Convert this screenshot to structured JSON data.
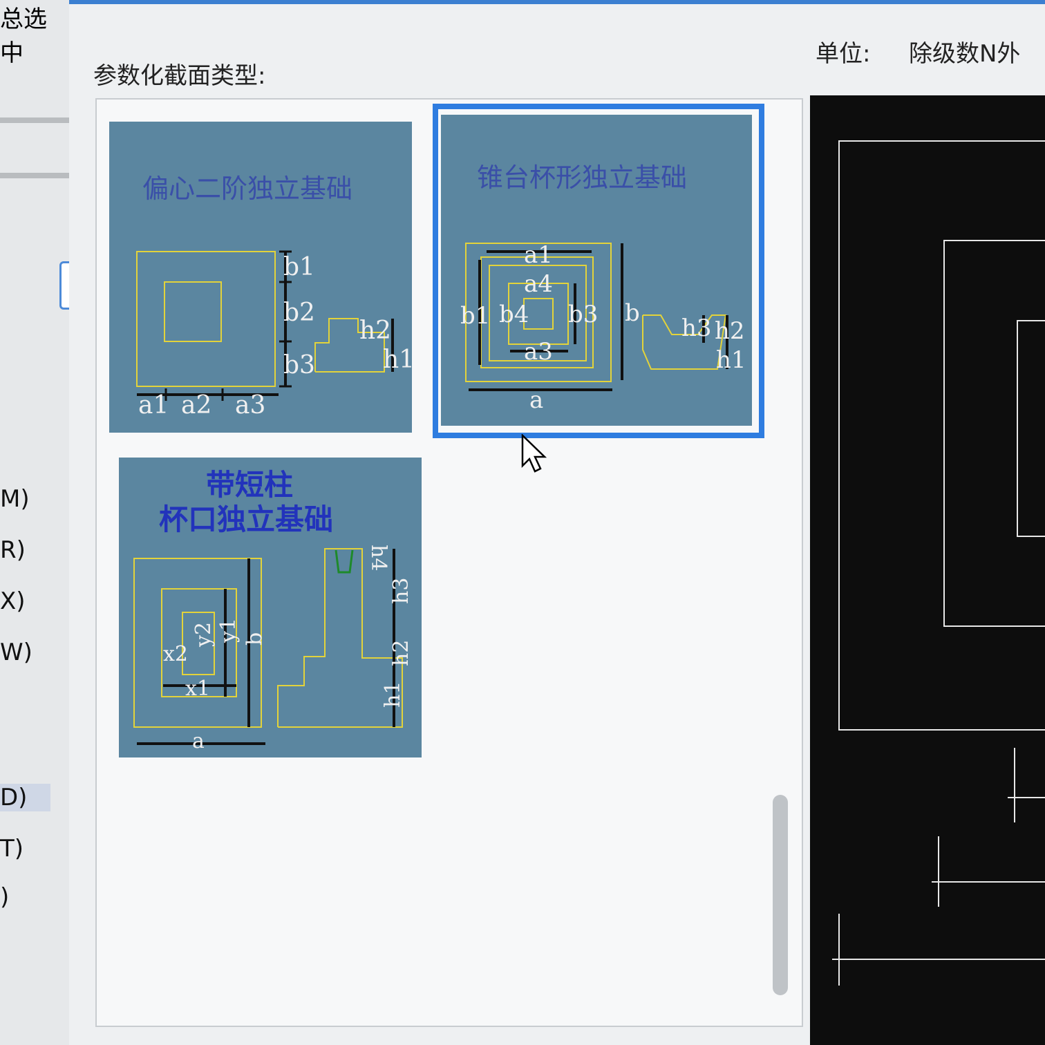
{
  "left_panel": {
    "top_text": "总选中",
    "menu_items": [
      "M)",
      "R)",
      "X)",
      "W)",
      "D)",
      "T)",
      ")"
    ]
  },
  "dialog": {
    "section_label": "参数化截面类型:",
    "unit_label": "单位:",
    "unit_value": "除级数N外"
  },
  "cards": [
    {
      "title": "偏心二阶独立基础",
      "labels": {
        "b1": "b1",
        "b2": "b2",
        "b3": "b3",
        "h2": "h2",
        "h1": "h1",
        "a1": "a1",
        "a2": "a2",
        "a3": "a3"
      },
      "selected": false
    },
    {
      "title": "锥台杯形独立基础",
      "labels": {
        "a1": "a1",
        "a4": "a4",
        "b1": "b1",
        "b4": "b4",
        "b3": "b3",
        "b": "b",
        "a3": "a3",
        "a": "a",
        "h3": "h3",
        "h2": "h2",
        "h1": "h1"
      },
      "selected": true
    },
    {
      "title_line1": "带短柱",
      "title_line2": "杯口独立基础",
      "labels": {
        "x2": "x2",
        "y2": "y2",
        "y1": "y1",
        "b": "b",
        "x1": "x1",
        "a": "a",
        "h4": "h4",
        "h3": "h3",
        "h2": "h2",
        "h1": "h1"
      },
      "selected": false
    }
  ],
  "colors": {
    "card_bg": "#5b86a0",
    "outline": "#e3d33a",
    "selection": "#2f7de0",
    "title_text": "#2a3a9c",
    "preview_bg": "#0d0d0d"
  }
}
